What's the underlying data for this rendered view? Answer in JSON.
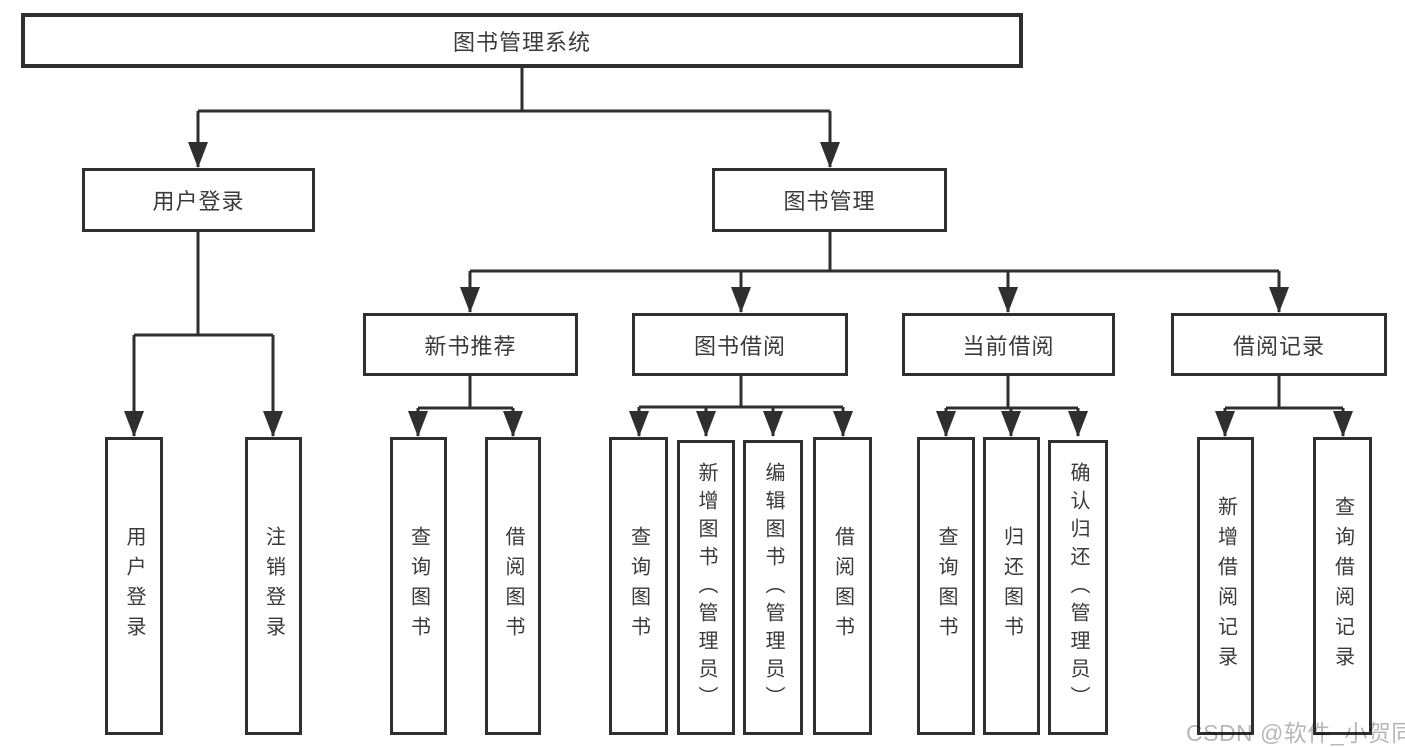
{
  "diagram": {
    "title": "图书管理系统",
    "branches": [
      {
        "label": "用户登录",
        "children": [
          "用户登录",
          "注销登录"
        ]
      },
      {
        "label": "图书管理",
        "children": [
          {
            "label": "新书推荐",
            "children": [
              "查询图书",
              "借阅图书"
            ]
          },
          {
            "label": "图书借阅",
            "children": [
              "查询图书",
              "新增图书（管理员）",
              "编辑图书（管理员）",
              "借阅图书"
            ]
          },
          {
            "label": "当前借阅",
            "children": [
              "查询图书",
              "归还图书",
              "确认归还（管理员）"
            ]
          },
          {
            "label": "借阅记录",
            "children": [
              "新增借阅记录",
              "查询借阅记录"
            ]
          }
        ]
      }
    ]
  },
  "watermark": {
    "text": "CSDN @软件_小贺同学"
  },
  "colors": {
    "line": "#2f2f2f",
    "text": "#3a3a3a",
    "background": "#ffffff",
    "watermark": "#b7b7b7"
  }
}
